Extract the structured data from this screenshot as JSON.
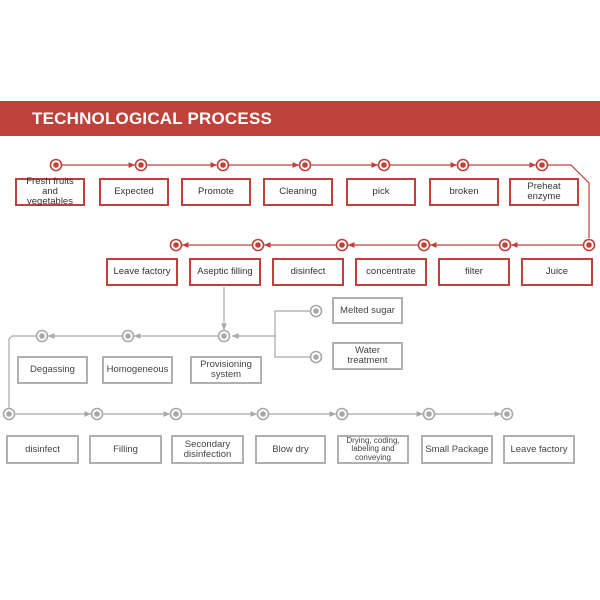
{
  "title": "TECHNOLOGICAL PROCESS",
  "colors": {
    "accent": "#c0403a",
    "gray": "#a8a8a8"
  },
  "row1": [
    "Fresh fruits and vegetables",
    "Expected",
    "Promote",
    "Cleaning",
    "pick",
    "broken",
    "Preheat enzyme"
  ],
  "row2": [
    "Leave factory",
    "Aseptic filling",
    "disinfect",
    "concentrate",
    "filter",
    "Juice"
  ],
  "row3": [
    "Degassing",
    "Homogeneous",
    "Provisioning system"
  ],
  "branch": [
    "Melted sugar",
    "Water treatment"
  ],
  "row4": [
    "disinfect",
    "Filling",
    "Secondary disinfection",
    "Blow dry",
    "Drying, coding, labeling and conveying",
    "Small Package",
    "Leave factory"
  ]
}
